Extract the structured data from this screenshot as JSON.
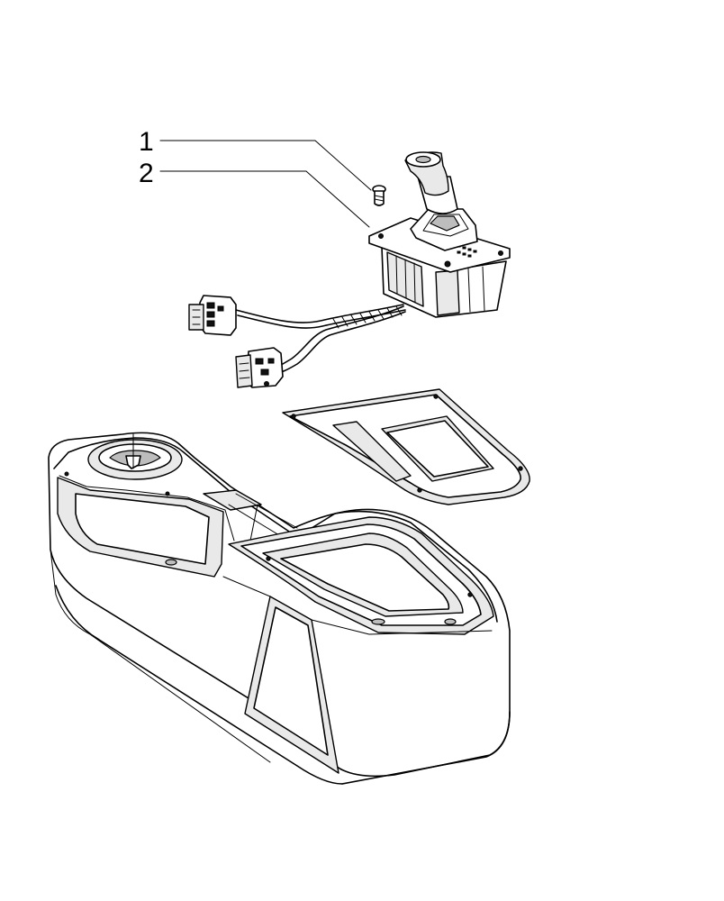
{
  "callouts": [
    {
      "number": "1",
      "part": "screw"
    },
    {
      "number": "2",
      "part": "joystick-control-unit"
    }
  ],
  "colors": {
    "line": "#000000",
    "background": "#ffffff"
  }
}
